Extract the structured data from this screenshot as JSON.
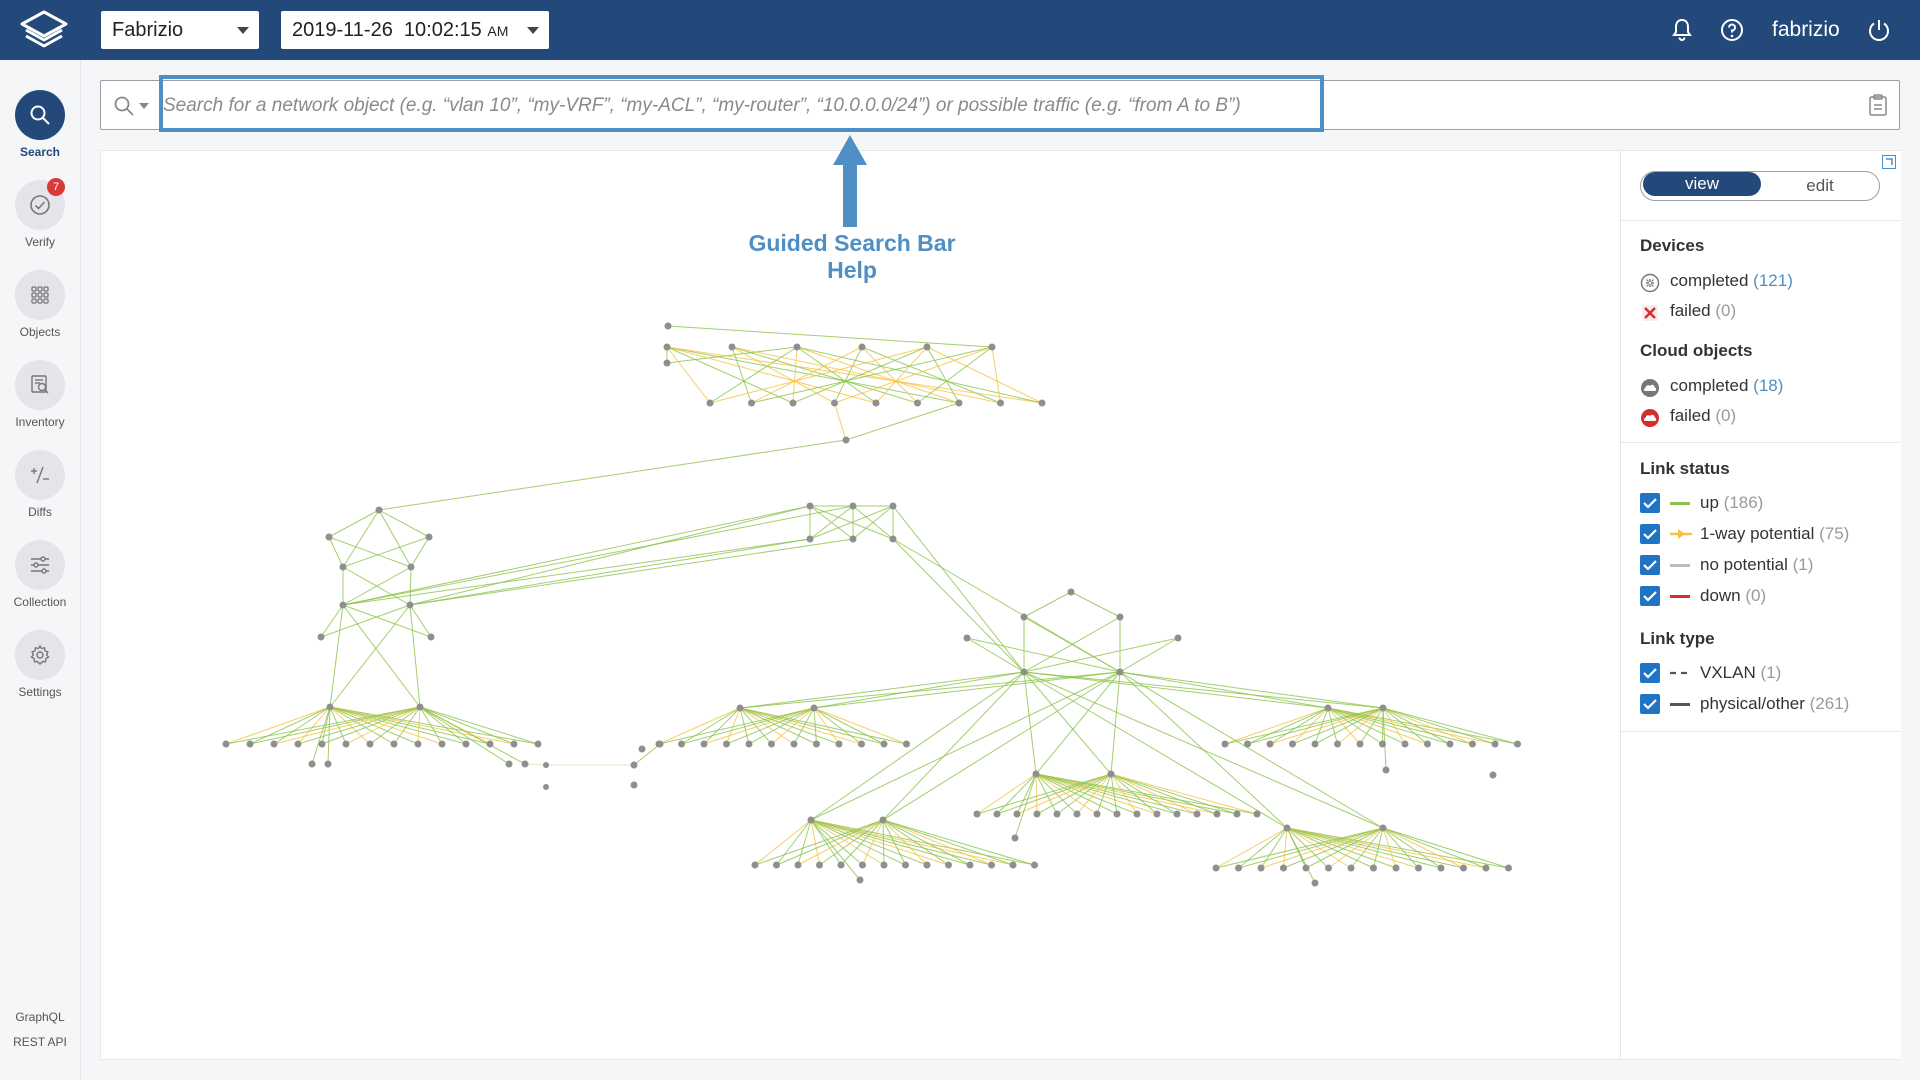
{
  "app": {
    "brand_icon": "forward-networks-logo"
  },
  "topbar": {
    "network": "Fabrizio",
    "snapshot_datetime": "2019-11-26  10:02:15",
    "snapshot_ampm": "AM",
    "user": "fabrizio",
    "icons": [
      "bell-icon",
      "help-icon",
      "power-icon"
    ],
    "bg_color": "#23497a"
  },
  "sidebar": {
    "items": [
      {
        "label": "Search",
        "icon": "search-icon",
        "active": true
      },
      {
        "label": "Verify",
        "icon": "check-icon",
        "badge": "7"
      },
      {
        "label": "Objects",
        "icon": "grid-icon"
      },
      {
        "label": "Inventory",
        "icon": "inventory-icon"
      },
      {
        "label": "Diffs",
        "icon": "diff-icon"
      },
      {
        "label": "Collection",
        "icon": "sliders-icon"
      },
      {
        "label": "Settings",
        "icon": "gear-icon"
      }
    ],
    "footer": [
      "GraphQL",
      "REST API"
    ]
  },
  "search": {
    "placeholder": "Search for a network object (e.g. “vlan 10”, “my-VRF”, “my-ACL”, “my-router”, “10.0.0.0/24”) or possible traffic (e.g. “from A to B”)",
    "value": ""
  },
  "annotation": {
    "text": "Guided Search Bar Help",
    "color": "#4f8fc6"
  },
  "right_panel": {
    "mode_view": "view",
    "mode_edit": "edit",
    "devices": {
      "title": "Devices",
      "completed_label": "completed",
      "completed_count": "(121)",
      "failed_label": "failed",
      "failed_count": "(0)"
    },
    "cloud": {
      "title": "Cloud objects",
      "completed_label": "completed",
      "completed_count": "(18)",
      "failed_label": "failed",
      "failed_count": "(0)"
    },
    "link_status": {
      "title": "Link status",
      "items": [
        {
          "label": "up",
          "count": "(186)",
          "color": "#8bc34a"
        },
        {
          "label": "1-way potential",
          "count": "(75)",
          "color": "#f5c342"
        },
        {
          "label": "no potential",
          "count": "(1)",
          "color": "#bdbdbd"
        },
        {
          "label": "down",
          "count": "(0)",
          "color": "#d32f2f"
        }
      ]
    },
    "link_type": {
      "title": "Link type",
      "items": [
        {
          "label": "VXLAN",
          "count": "(1)"
        },
        {
          "label": "physical/other",
          "count": "(261)"
        }
      ]
    }
  },
  "colors": {
    "link_up": "#8bc34a",
    "link_1way": "#f5c342",
    "node": "#8f8f8f",
    "accent": "#1f74c5"
  }
}
